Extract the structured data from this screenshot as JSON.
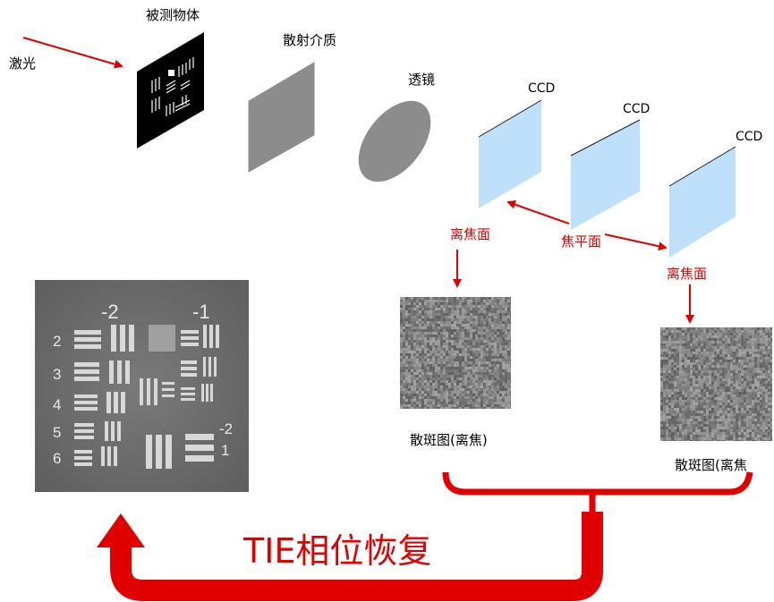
{
  "labels": {
    "laser": "激光",
    "object": "被测物体",
    "scatter_medium": "散射介质",
    "lens": "透镜",
    "ccd_1": "CCD",
    "ccd_2": "CCD",
    "ccd_3": "CCD",
    "defocus_1": "离焦面",
    "focal_plane": "焦平面",
    "defocus_2": "离焦面",
    "speckle_1": "散斑图(离焦)",
    "speckle_2": "散斑图(离焦",
    "tie": "TIE相位恢复"
  },
  "result_labels": {
    "group_neg2": "-2",
    "group_neg1": "-1",
    "num_2": "2",
    "num_3": "3",
    "num_4": "4",
    "num_5": "5",
    "num_6": "6",
    "num_neg2_small": "-2",
    "num_1_small": "1"
  },
  "colors": {
    "arrow_red": "#e00000",
    "ccd_fill": "#bfe0fb",
    "medium_fill": "#8c8c8c",
    "lens_fill": "#8c8c8c",
    "object_fill": "#000000"
  }
}
